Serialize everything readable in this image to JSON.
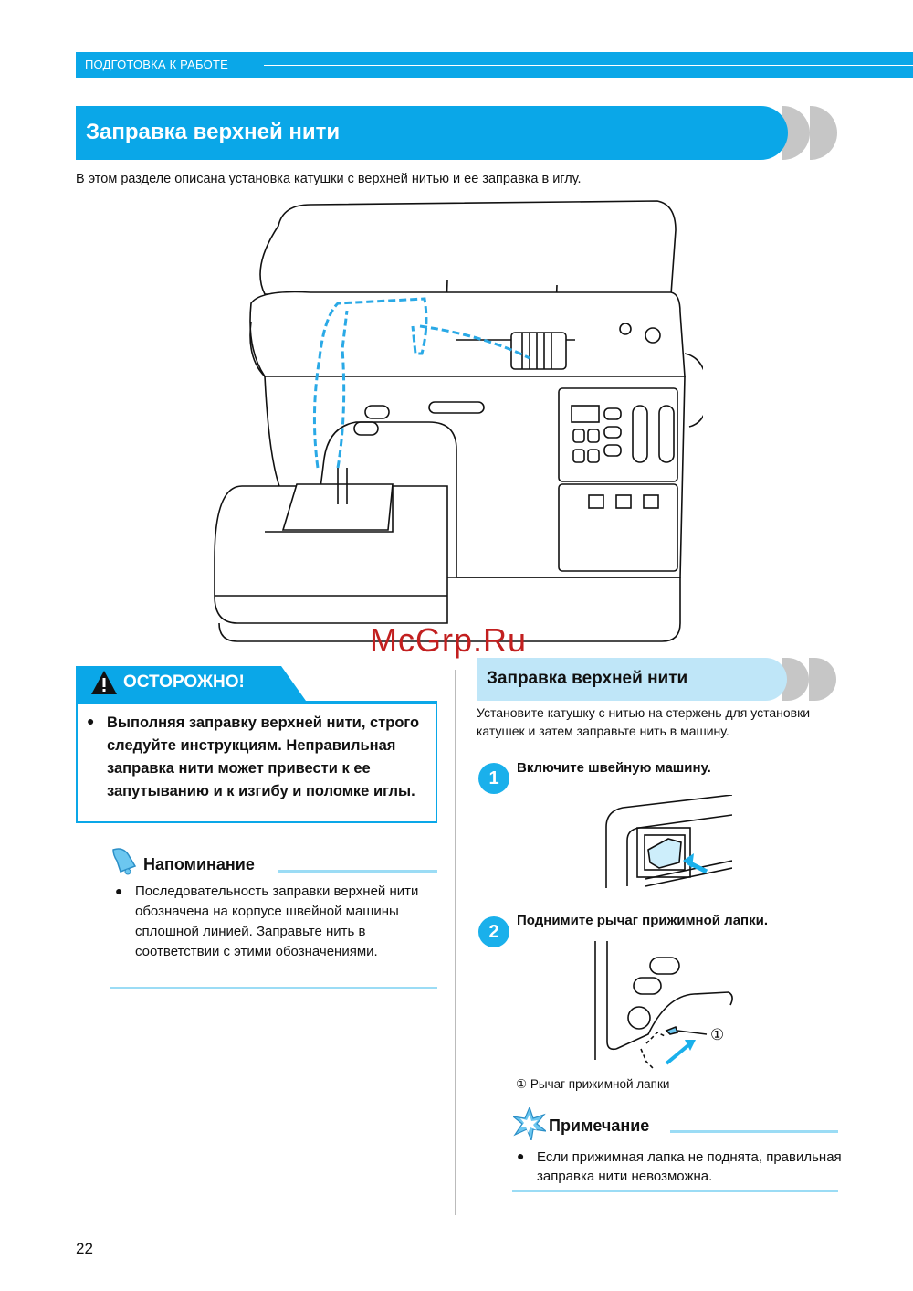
{
  "header": {
    "section": "ПОДГОТОВКА К РАБОТЕ"
  },
  "title": "Заправка верхней нити",
  "intro": "В этом разделе описана установка катушки с верхней нитью и ее заправка в иглу.",
  "watermark": "McGrp.Ru",
  "caution": {
    "title": "ОСТОРОЖНО!",
    "text": "Выполняя заправку верхней нити, строго следуйте инструкциям. Неправильная заправка нити может привести к ее запутыванию и к изгибу и поломке иглы."
  },
  "memo": {
    "title": "Напоминание",
    "text": "Последовательность заправки верхней нити обозначена на корпусе швейной машины сплошной линией. Заправьте нить в соответствии с этими обозначениями."
  },
  "subsection": {
    "title": "Заправка верхней нити",
    "intro": "Установите катушку с нитью на стержень для установки катушек и затем заправьте нить в машину."
  },
  "steps": [
    {
      "num": "1",
      "text": "Включите швейную машину."
    },
    {
      "num": "2",
      "text": "Поднимите рычаг прижимной лапки."
    }
  ],
  "callout": {
    "marker": "①",
    "label": "Рычаг прижимной лапки"
  },
  "note": {
    "title": "Примечание",
    "text": "Если прижимная лапка не поднята, правильная заправка нити невозможна."
  },
  "page_number": "22",
  "colors": {
    "accent": "#0aa7e8",
    "light_accent": "#bfe6f8",
    "thread": "#2aa9e6",
    "watermark": "#c21f1f"
  }
}
